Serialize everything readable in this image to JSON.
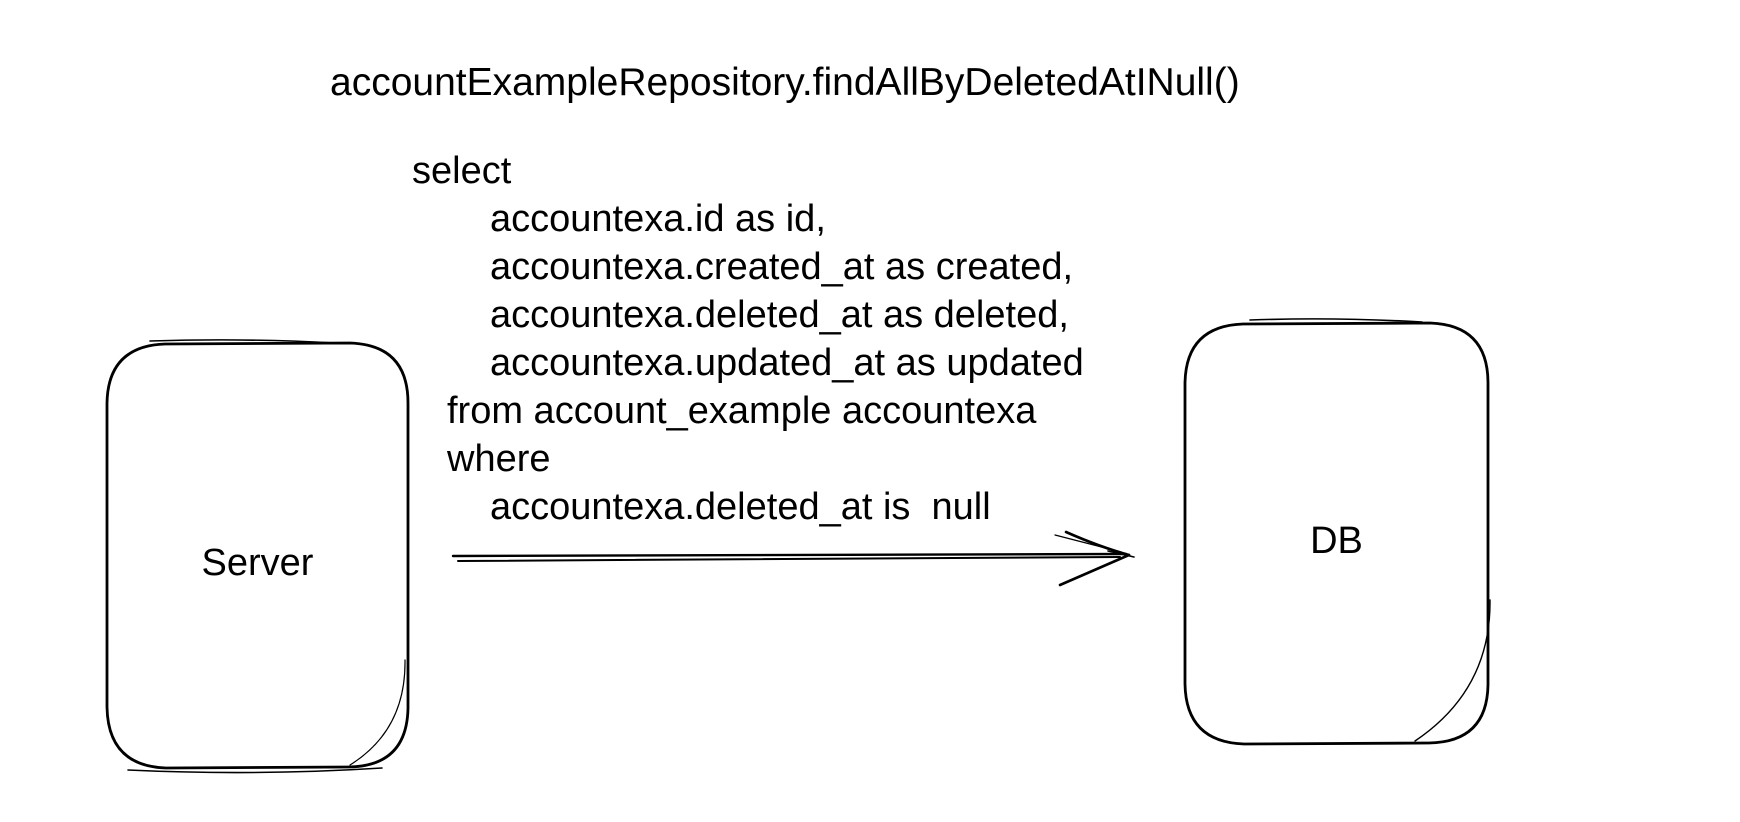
{
  "diagram": {
    "title": "accountExampleRepository.findAllByDeletedAtINull()",
    "sql": {
      "lines": [
        "select",
        "accountexa.id as id,",
        "accountexa.created_at as created,",
        "accountexa.deleted_at as deleted,",
        "accountexa.updated_at as updated",
        "from account_example accountexa",
        "where",
        "accountexa.deleted_at is  null"
      ]
    },
    "nodes": {
      "server": {
        "label": "Server"
      },
      "db": {
        "label": "DB"
      }
    },
    "arrow": {
      "from": "Server",
      "to": "DB",
      "direction": "right"
    },
    "colors": {
      "stroke": "#000000",
      "background": "#ffffff",
      "text": "#000000"
    }
  }
}
